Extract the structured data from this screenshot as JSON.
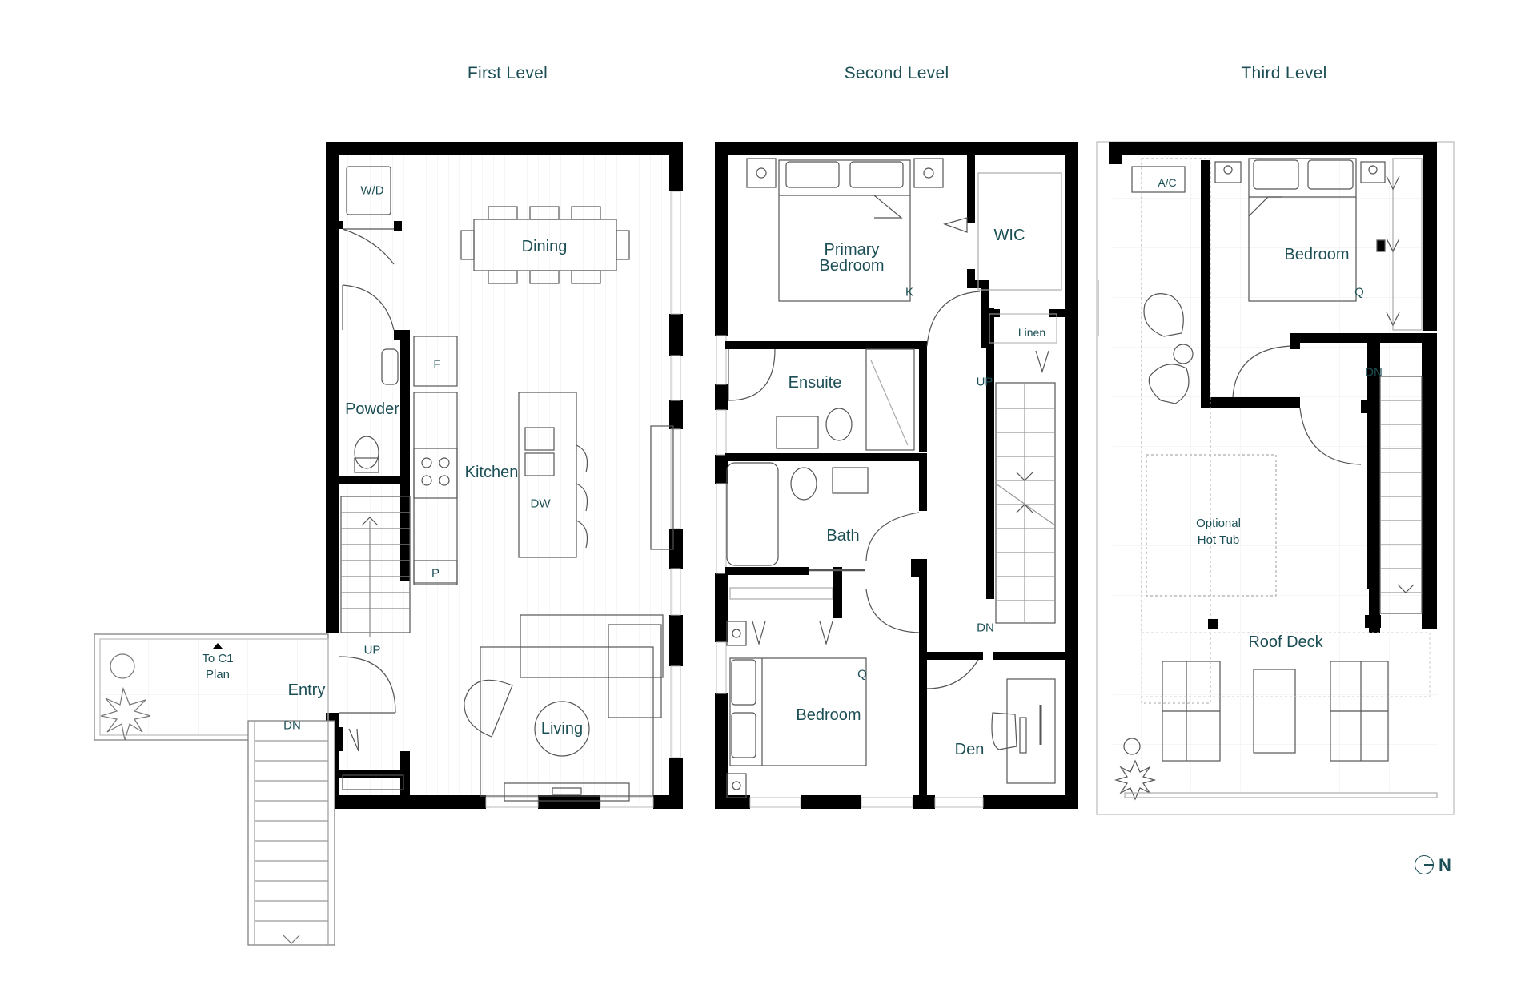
{
  "levels": {
    "first": "First Level",
    "second": "Second Level",
    "third": "Third Level"
  },
  "first_level": {
    "wd": "W/D",
    "dining": "Dining",
    "f": "F",
    "powder": "Powder",
    "kitchen": "Kitchen",
    "dw": "DW",
    "p": "P",
    "up": "UP",
    "to_c1_line1": "To C1",
    "to_c1_line2": "Plan",
    "entry": "Entry",
    "dn": "DN",
    "living": "Living"
  },
  "second_level": {
    "primary_bedroom_line1": "Primary",
    "primary_bedroom_line2": "Bedroom",
    "k": "K",
    "wic": "WIC",
    "linen": "Linen",
    "up": "UP",
    "ensuite": "Ensuite",
    "bath": "Bath",
    "dn": "DN",
    "q": "Q",
    "bedroom": "Bedroom",
    "den": "Den"
  },
  "third_level": {
    "ac": "A/C",
    "bedroom": "Bedroom",
    "q": "Q",
    "dn": "DN",
    "hot_tub_line1": "Optional",
    "hot_tub_line2": "Hot Tub",
    "roof_deck": "Roof Deck"
  },
  "north": "N",
  "colors": {
    "wall": "#000000",
    "text": "#1c4f55",
    "fixture": "#9a9a9a"
  }
}
